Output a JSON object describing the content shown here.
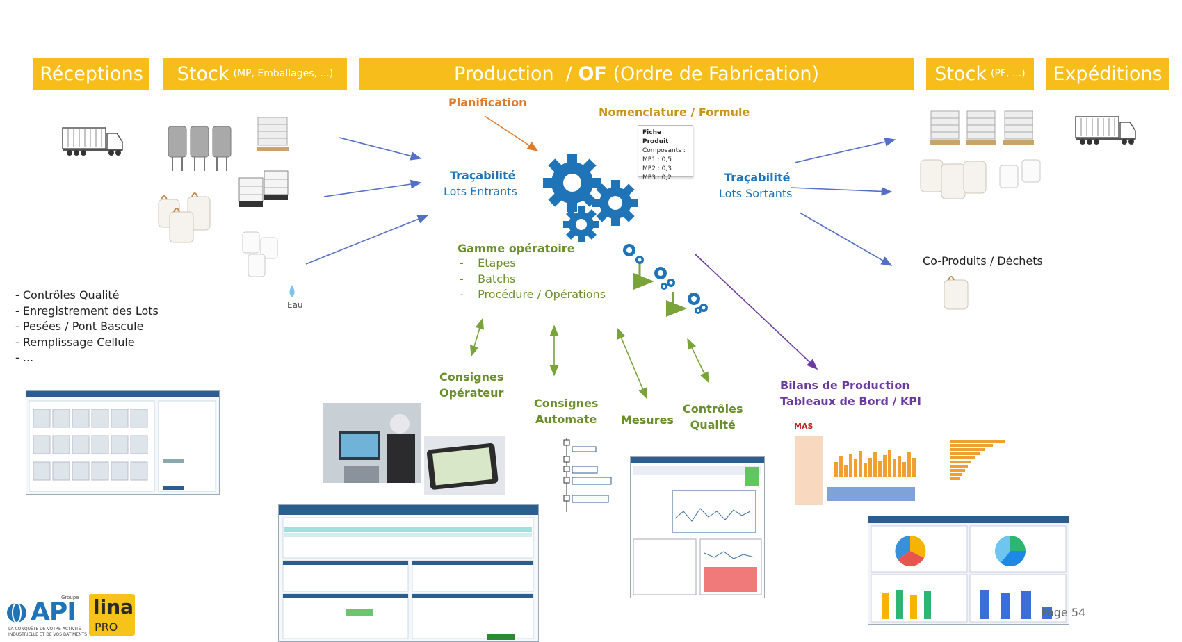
{
  "headers": {
    "receptions": "Réceptions",
    "stock_in_main": "Stock",
    "stock_in_sub": "(MP, Emballages, ...)",
    "production_main": "Production",
    "production_sep": "/",
    "production_of": "OF",
    "production_sub": "(Ordre de Fabrication)",
    "stock_out_main": "Stock",
    "stock_out_sub": "(PF, ...)",
    "expeditions": "Expéditions"
  },
  "labels": {
    "planification": "Planification",
    "nomenclature": "Nomenclature / Formule",
    "tracabilite_in_title": "Traçabilité",
    "tracabilite_in_sub": "Lots Entrants",
    "tracabilite_out_title": "Traçabilité",
    "tracabilite_out_sub": "Lots Sortants",
    "coproduits": "Co-Produits / Déchets",
    "eau": "Eau",
    "gamme_title": "Gamme opératoire",
    "gamme_items": [
      "Etapes",
      "Batchs",
      "Procédure / Opérations"
    ],
    "consignes_operateur_1": "Consignes",
    "consignes_operateur_2": "Opérateur",
    "consignes_automate_1": "Consignes",
    "consignes_automate_2": "Automate",
    "mesures": "Mesures",
    "controles_1": "Contrôles",
    "controles_2": "Qualité",
    "bilans_1": "Bilans de Production",
    "bilans_2": "Tableaux de Bord / KPI"
  },
  "reception_list": [
    "- Contrôles Qualité",
    "- Enregistrement des Lots",
    "- Pesées / Pont Bascule",
    "- Remplissage Cellule",
    "- ..."
  ],
  "fiche": {
    "title": "Fiche Produit",
    "composants": "Composants :",
    "lines": [
      "MP1 : 0,5",
      "MP2 : 0,3",
      "MP3 : 0,2"
    ]
  },
  "logos": {
    "api_groupe": "Groupe",
    "api": "API",
    "api_tagline_1": "LA CONQUÊTE DE VOTRE ACTIVITÉ",
    "api_tagline_2": "INDUSTRIELLE ET DE VOS BÂTIMENTS",
    "lina": "lina",
    "pro": "PRO",
    "mas": "MAS"
  },
  "page": "Page 54",
  "colors": {
    "header_bg": "#f7bd1a",
    "gear": "#1f73b7",
    "arrow_blue": "#5470c6",
    "arrow_orange": "#e07b2c",
    "arrow_green": "#7aa33a",
    "arrow_purple": "#6b3aa0"
  }
}
